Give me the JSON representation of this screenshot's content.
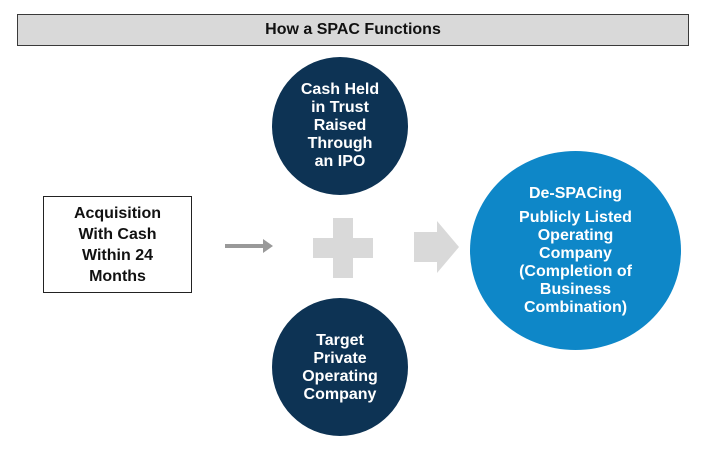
{
  "colors": {
    "dark_circle": "#0d3354",
    "accent_circle": "#0e87c8",
    "title_bg": "#d9d9d9",
    "light_gray_shape": "#d9d9d9",
    "mid_gray_arrow": "#999999"
  },
  "title": "How a SPAC Functions",
  "acquisition_box": {
    "lines": [
      "Acquisition",
      "With Cash",
      "Within 24",
      "Months"
    ]
  },
  "top_circle": {
    "lines": [
      "Cash Held",
      "in Trust",
      "Raised",
      "Through",
      "an IPO"
    ]
  },
  "bottom_circle": {
    "lines": [
      "Target",
      "Private",
      "Operating",
      "Company"
    ]
  },
  "result_circle": {
    "heading": "De-SPACing",
    "lines": [
      "Publicly Listed",
      "Operating",
      "Company",
      "(Completion of",
      "Business",
      "Combination)"
    ]
  },
  "icons": {
    "small_arrow": "arrow-right-icon",
    "plus": "plus-icon",
    "big_arrow": "arrow-right-icon"
  }
}
